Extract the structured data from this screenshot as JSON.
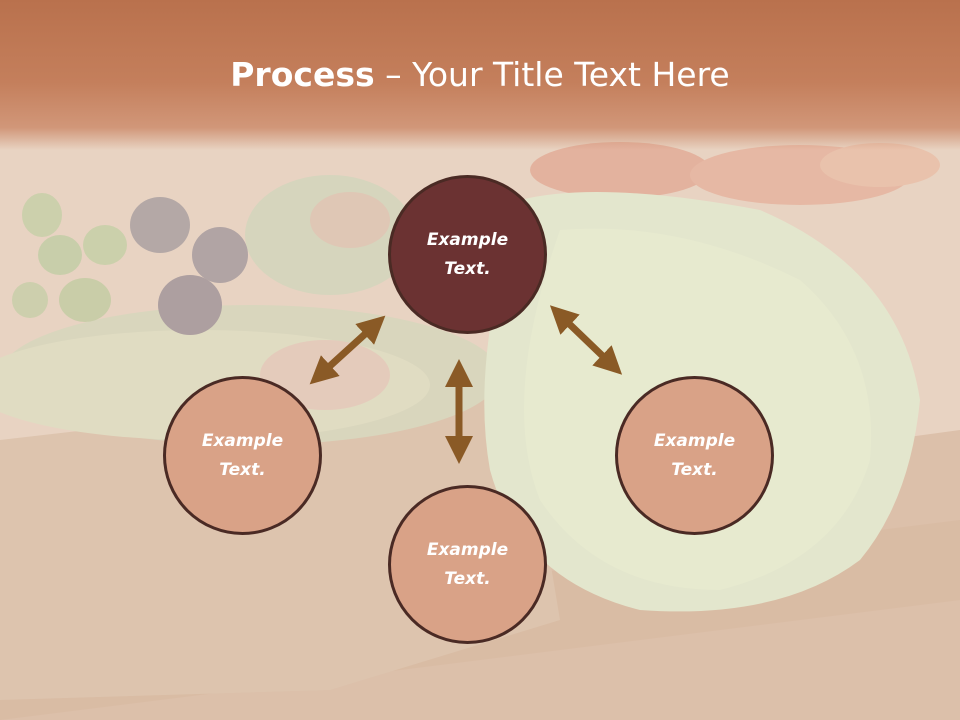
{
  "slide": {
    "title_bold": "Process",
    "title_rest": " – Your Title Text Here"
  },
  "nodes": {
    "top": "Example\nText.",
    "left": "Example\nText.",
    "right": "Example\nText.",
    "bottom": "Example\nText."
  },
  "colors": {
    "header": "#c47f5c",
    "center_node": "#6b3232",
    "outer_node": "#d9a287",
    "node_border": "#4a2a24",
    "arrow": "#8a5a26"
  }
}
